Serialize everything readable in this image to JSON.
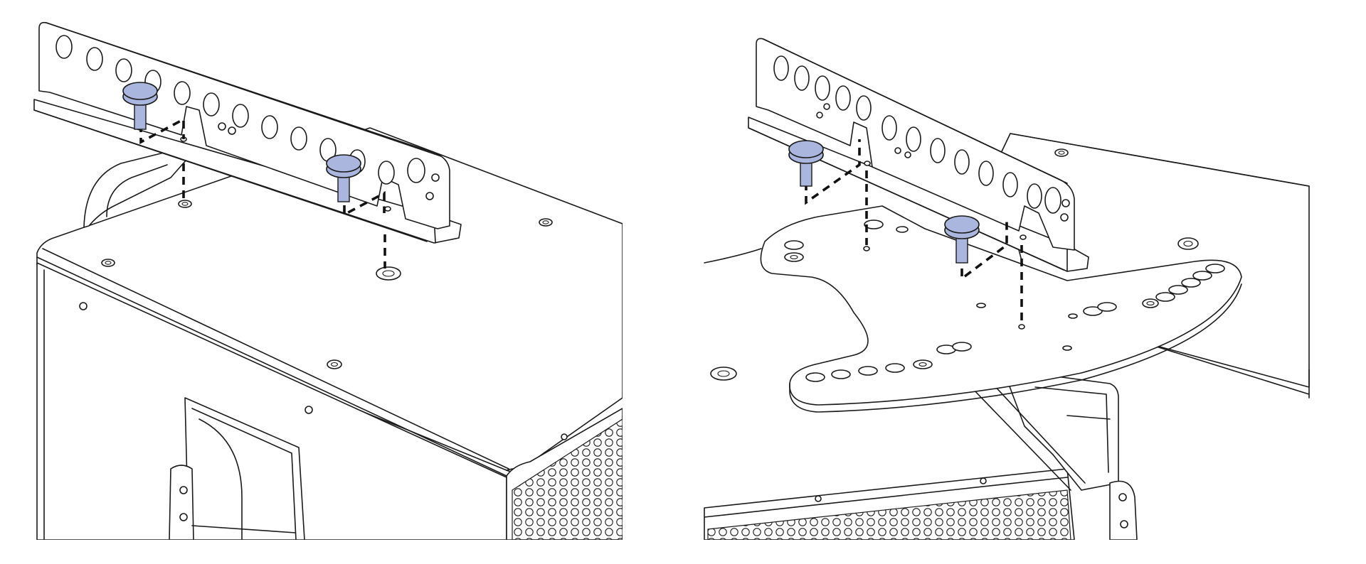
{
  "colors": {
    "line": "#1a1a1a",
    "pin": "#aab6dd",
    "pin_stroke": "#1a1a1a",
    "background": "#ffffff"
  },
  "panels": [
    {
      "name": "left-panel",
      "pins": 2,
      "dashed_guides": 4
    },
    {
      "name": "right-panel",
      "pins": 2,
      "dashed_guides": 4
    }
  ],
  "icons": [
    "thumb-screw-pin",
    "dashed-guide-arrow"
  ]
}
